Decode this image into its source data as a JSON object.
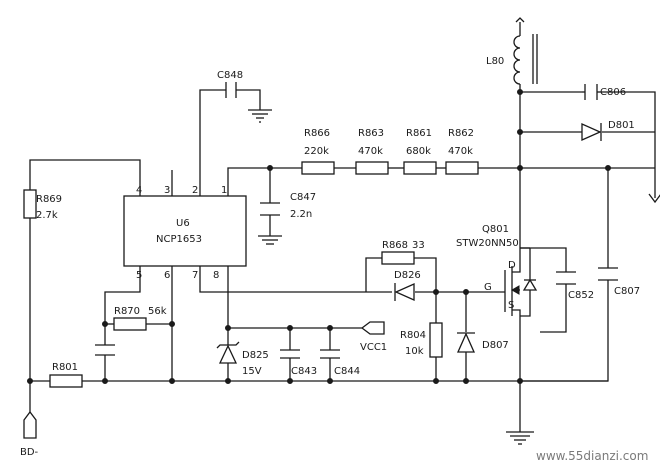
{
  "ic": {
    "ref": "U6",
    "part": "NCP1653",
    "pins": [
      "1",
      "2",
      "3",
      "4",
      "5",
      "6",
      "7",
      "8"
    ]
  },
  "parts": {
    "L80": "L80",
    "C848": "C848",
    "C806": "C806",
    "D801": "D801",
    "R866": "R866",
    "R866_val": "220k",
    "R863": "R863",
    "R863_val": "470k",
    "R861": "R861",
    "R861_val": "680k",
    "R862": "R862",
    "R862_val": "470k",
    "C847": "C847",
    "C847_val": "2.2n",
    "R869": "R869",
    "R869_val": "2.7k",
    "Q801": "Q801",
    "Q801_val": "STW20NN50",
    "R868": "R868",
    "R868_val": "33",
    "D826": "D826",
    "gate": "G",
    "drain": "D",
    "source": "S",
    "C852": "C852",
    "C807": "C807",
    "R870": "R870",
    "R870_val": "56k",
    "R804": "R804",
    "R804_val": "10k",
    "D807": "D807",
    "D825": "D825",
    "D825_val": "15V",
    "C843": "C843",
    "C844": "C844",
    "VCC1": "VCC1",
    "R801": "R801",
    "BD": "BD-"
  },
  "watermark": "www.55dianzi.com"
}
